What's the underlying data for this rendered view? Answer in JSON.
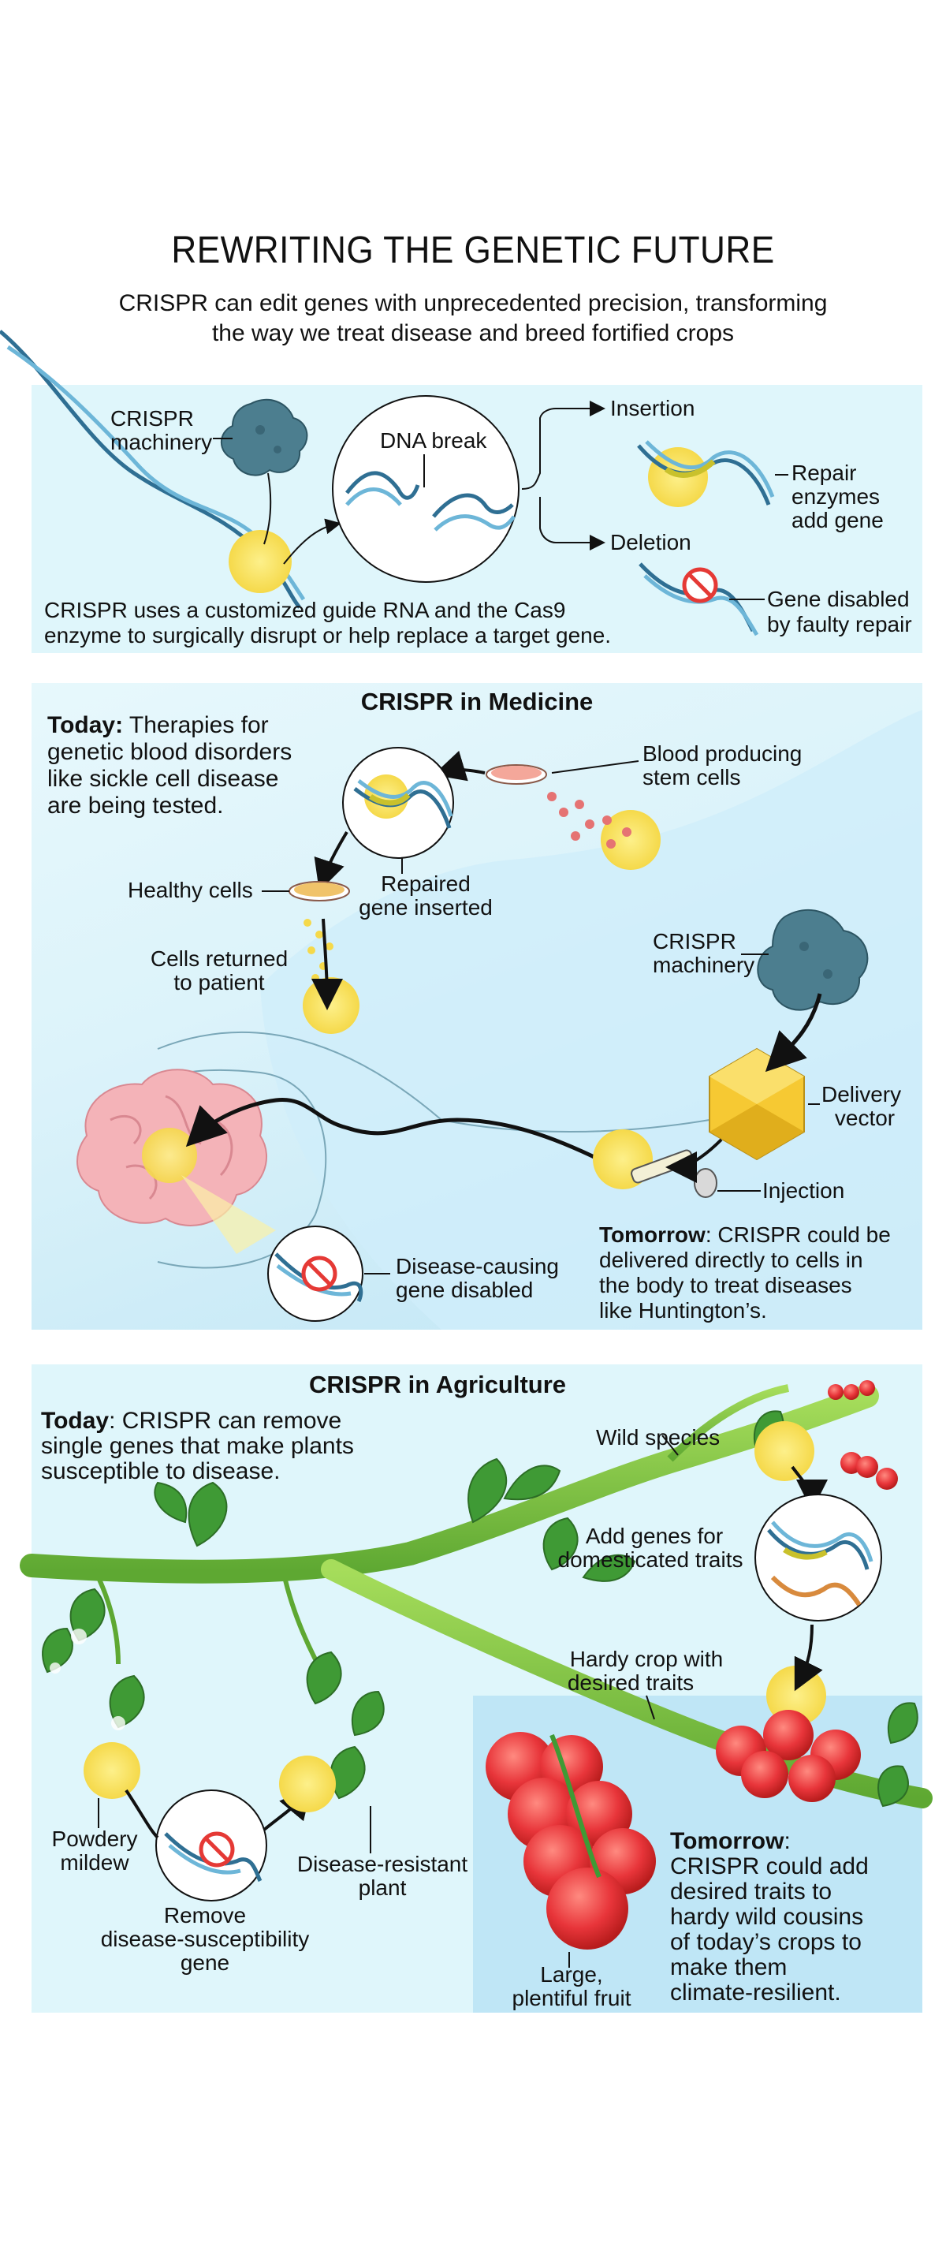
{
  "header": {
    "title": "REWRITING THE GENETIC FUTURE",
    "subtitle_line1": "CRISPR can edit genes with unprecedented precision, transforming",
    "subtitle_line2": "the way we treat disease and breed fortified crops"
  },
  "panel1": {
    "crispr_machinery": [
      "CRISPR",
      "machinery"
    ],
    "dna_break": "DNA break",
    "insertion": "Insertion",
    "deletion": "Deletion",
    "repair": [
      "Repair",
      "enzymes",
      "add gene"
    ],
    "gene_disabled": [
      "Gene disabled",
      "by faulty repair"
    ],
    "caption": [
      "CRISPR uses a customized guide RNA and the Cas9",
      "enzyme to surgically disrupt or help replace a target gene."
    ]
  },
  "panel2": {
    "title": "CRISPR in Medicine",
    "today_bold": "Today:",
    "today_text": [
      " Therapies for",
      "genetic blood disorders",
      "like sickle cell disease",
      "are being tested."
    ],
    "blood_cells": [
      "Blood producing",
      "stem cells"
    ],
    "repaired_gene": [
      "Repaired",
      "gene inserted"
    ],
    "healthy_cells": "Healthy cells",
    "cells_returned": [
      "Cells returned",
      "to patient"
    ],
    "crispr_machinery": [
      "CRISPR",
      "machinery"
    ],
    "delivery_vector": [
      "Delivery",
      "vector"
    ],
    "injection": "Injection",
    "disease_gene": [
      "Disease-causing",
      "gene disabled"
    ],
    "tomorrow_bold": "Tomorrow",
    "tomorrow_text": [
      ": CRISPR could be",
      "delivered directly to cells in",
      "the body to treat diseases",
      "like Huntington’s."
    ]
  },
  "panel3": {
    "title": "CRISPR in Agriculture",
    "today_bold": "Today",
    "today_text": [
      ": CRISPR can remove",
      "single genes that make plants",
      "susceptible to disease."
    ],
    "wild_species": "Wild species",
    "add_genes": [
      "Add genes for",
      "domesticated traits"
    ],
    "hardy_crop": [
      "Hardy crop with",
      "desired traits"
    ],
    "powdery_mildew": [
      "Powdery",
      "mildew"
    ],
    "remove_gene": [
      "Remove",
      "disease-susceptibility",
      "gene"
    ],
    "disease_resistant": [
      "Disease-resistant",
      "plant"
    ],
    "large_fruit": [
      "Large,",
      "plentiful fruit"
    ],
    "tomorrow_bold": "Tomorrow",
    "tomorrow_text": [
      ":",
      "CRISPR could add",
      "desired traits to",
      "hardy wild cousins",
      "of today’s crops to",
      "make them",
      "climate-resilient."
    ]
  },
  "colors": {
    "panel_bg": "#dff6fb",
    "panel_bg_dark": "#bfe7f7",
    "highlight": "#f9e36b",
    "dna_blue": "#3e8bb3",
    "stem_green": "#7cc242",
    "tomato_red": "#e8353a",
    "crispr_blob": "#4c7e8f",
    "brain_pink": "#f4b3b8"
  },
  "icons": [
    "dna-helix-icon",
    "crispr-protein-icon",
    "petri-dish-icon",
    "virus-capsid-icon",
    "syringe-icon",
    "brain-icon",
    "tomato-icon",
    "leaf-icon",
    "no-symbol-icon"
  ]
}
